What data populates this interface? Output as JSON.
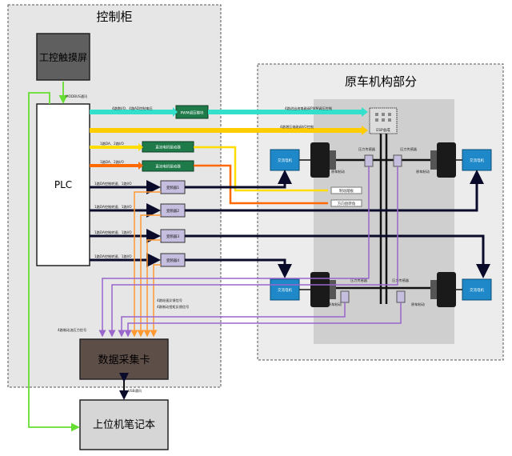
{
  "panels": {
    "control_title": "控制柜",
    "vehicle_title": "原车机构部分"
  },
  "blocks": {
    "touchscreen": "工控触摸屏",
    "plc": "PLC",
    "pwm_box": "PWM调压模块",
    "motor_driver_1": "直流电机驱动器",
    "motor_driver_2": "直流电机驱动器",
    "inverter_1": "变频器1",
    "inverter_2": "变频器2",
    "inverter_3": "变频器3",
    "inverter_4": "变频器4",
    "daq": "数据采集卡",
    "laptop": "上位机笔记本",
    "esp": "ESP总成",
    "brake_pedal": "制动踏板",
    "steering": "方向盘转角"
  },
  "vehicle": {
    "ac_motor_label": "交流电机",
    "pressure_sensor_label": "压力传感器",
    "original_brake_label": "原车制动"
  },
  "links": {
    "modbus": "MODBUS通讯",
    "pwm_signal": "4路数I/O、4路AD控制电压",
    "pwm_to_esp": "4路进出液电磁阀PWM调压控制",
    "io_to_esp": "4路增压电磁阀I/O控制",
    "plc_md1": "1路DA、2路I/O",
    "plc_md2": "1路DA、2路I/O",
    "plc_inv1": "1路DA控制转速、1路I/O",
    "plc_inv2": "1路DA控制转速、1路I/O",
    "plc_inv3": "1路DA控制转速、1路I/O",
    "plc_inv4": "1路DA控制转速、1路I/O",
    "speed_feedback": "4路轮速反馈信号",
    "torque_feedback": "4路制动扭矩反馈信号",
    "brake_pressure": "4路制动油压力信号",
    "usb": "USB通讯"
  }
}
